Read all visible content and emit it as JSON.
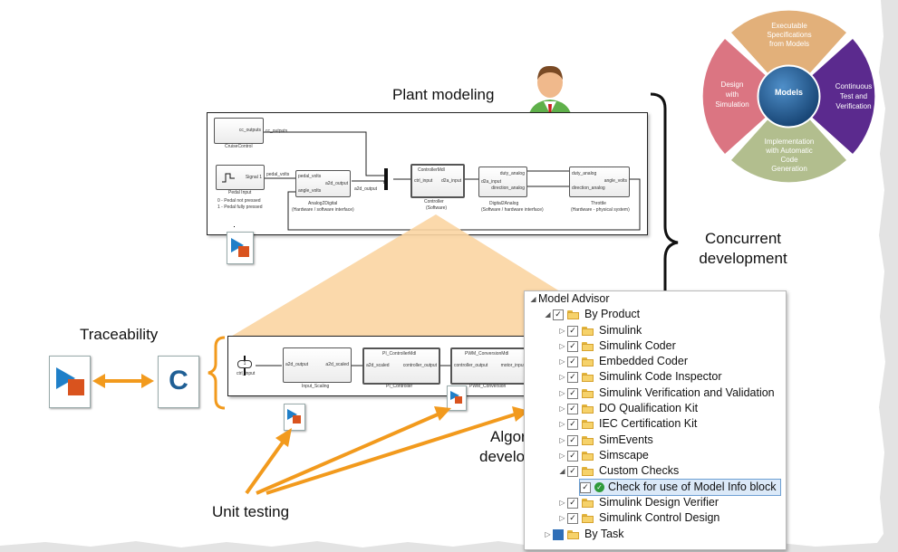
{
  "labels": {
    "plant_modeling": "Plant modeling",
    "concurrent_line1": "Concurrent",
    "concurrent_line2": "development",
    "traceability": "Traceability",
    "unit_testing": "Unit testing",
    "algo_line1": "Algor",
    "algo_line2": "develo",
    "c_letter": "C"
  },
  "wheel": {
    "center": "Models",
    "segments": {
      "top": [
        "Executable",
        "Specifications",
        "from Models"
      ],
      "right": [
        "Continuous",
        "Test and",
        "Verification"
      ],
      "bottom": [
        "Implementation",
        "with Automatic",
        "Code",
        "Generation"
      ],
      "left": [
        "Design",
        "with",
        "Simulation"
      ]
    },
    "colors": {
      "top": "#e2a86a",
      "right": "#5a2a8a",
      "bottom": "#aab886",
      "left": "#d96b7a",
      "center": "#1f5f95"
    }
  },
  "plant_model": {
    "blocks": {
      "cruise_out": "cc_outputs",
      "cruise_port": "cc_outputs",
      "cruise_name": "CruiseControl",
      "pedal_port": "Signal 1",
      "pedal_name": "Pedal Input",
      "pedal_note1": "0 - Pedal not pressed",
      "pedal_note2": "1 - Pedal fully pressed",
      "pedal_sig": "pedal_volts",
      "a2d_in1": "pedal_volts",
      "a2d_in2": "angle_volts",
      "a2d_out": "a2d_output",
      "a2d_name": "Analog2Digital",
      "a2d_sub": "(Hardware / software interface)",
      "a2d_sig": "a2d_output",
      "ctrl_title": "ControllerMdl",
      "ctrl_in": "ctrl_input",
      "ctrl_out": "d2a_input",
      "ctrl_name": "Controller",
      "ctrl_sub": "(Software)",
      "d2a_in": "d2a_input",
      "d2a_out1": "duty_analog",
      "d2a_out2": "direction_analog",
      "d2a_name": "Digital2Analog",
      "d2a_sub": "(Software / hardware interface)",
      "thr_in1": "duty_analog",
      "thr_in2": "direction_analog",
      "thr_out": "angle_volts",
      "thr_name": "Throttle",
      "thr_sub": "(Hardware - physical system)"
    }
  },
  "algo_model": {
    "inport_num": "1",
    "inport_name": "ctrl_input",
    "b1_in": "a2d_output",
    "b1_out": "a2d_scaled",
    "b1_name": "Input_Scaling",
    "b2_title": "PI_ControllerMdl",
    "b2_in": "a2d_scaled",
    "b2_out": "controller_output",
    "b2_name": "PI_Controller",
    "b3_title": "PWM_ConversionMdl",
    "b3_in": "controller_output",
    "b3_out": "motor_input",
    "b3_name": "PWM_Conversion"
  },
  "model_advisor": {
    "root": "Model Advisor",
    "by_product": "By Product",
    "products": [
      "Simulink",
      "Simulink Coder",
      "Embedded Coder",
      "Simulink Code Inspector",
      "Simulink Verification and Validation",
      "DO Qualification Kit",
      "IEC Certification Kit",
      "SimEvents",
      "Simscape"
    ],
    "custom_checks": "Custom Checks",
    "custom_check_item": "Check for use of Model Info block",
    "after_custom": [
      "Simulink Design Verifier",
      "Simulink Control Design"
    ],
    "by_task": "By Task"
  },
  "colors": {
    "arrow": "#f29a1d",
    "wedge": "#fbd7a6",
    "brace_border": "#f29a1d"
  }
}
